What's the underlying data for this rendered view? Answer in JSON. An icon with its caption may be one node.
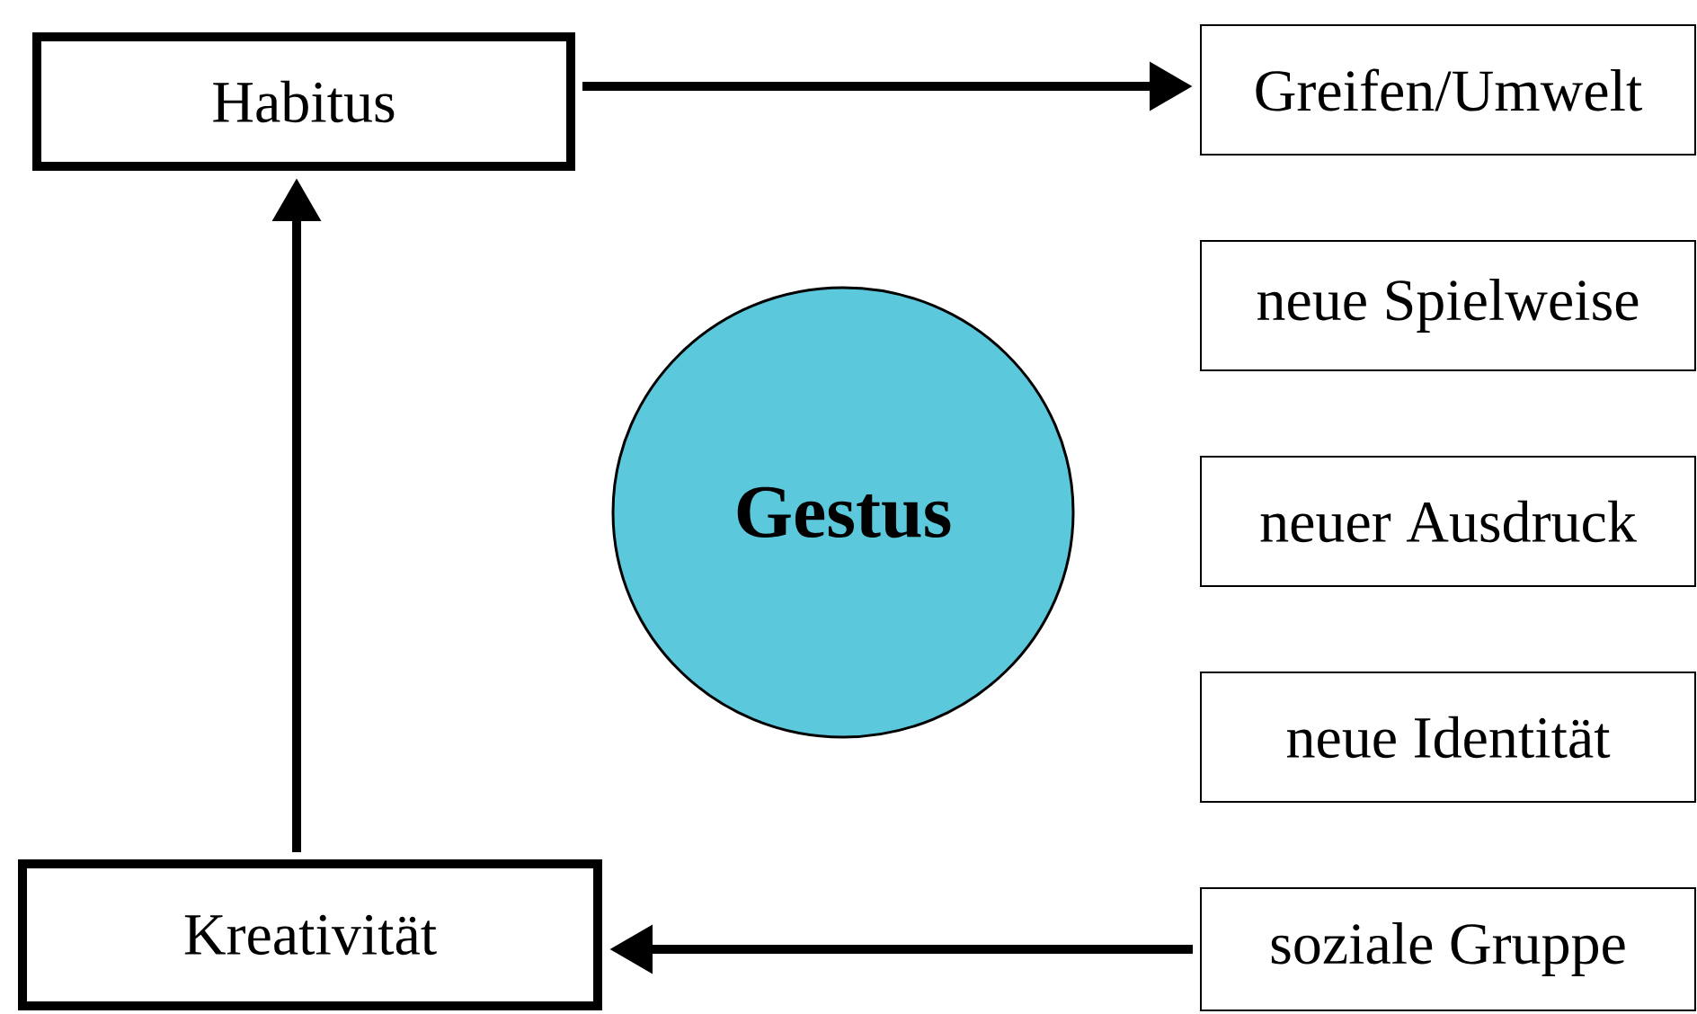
{
  "diagram": {
    "nodes": [
      {
        "text": [
          "Habitus"
        ]
      },
      {
        "text": [
          "Greifen/Umwelt"
        ]
      },
      {
        "text": [
          "neue Spielweise"
        ]
      },
      {
        "text": [
          "neuer Ausdruck"
        ]
      },
      {
        "text": [
          "neue Identität"
        ]
      },
      {
        "text": [
          "soziale Gruppe"
        ]
      },
      {
        "text": [
          "Gestus"
        ]
      },
      {
        "text": [
          "Kreativität"
        ]
      }
    ],
    "edges": [
      {
        "from": 0,
        "to": 1,
        "arrow": "to"
      },
      {
        "from": 5,
        "to": 7,
        "arrow": "to"
      },
      {
        "from": 7,
        "to": 0,
        "arrow": "to"
      }
    ]
  }
}
